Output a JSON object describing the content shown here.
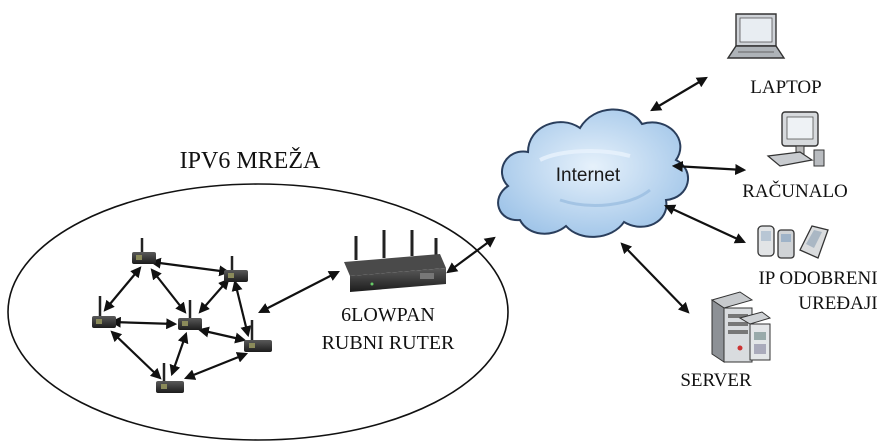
{
  "network_title": "IPV6 MREŽA",
  "router_label_line1": "6LOWPAN",
  "router_label_line2": "RUBNI RUTER",
  "cloud_label": "Internet",
  "devices": {
    "laptop": "LAPTOP",
    "computer": "RAČUNALO",
    "ip_devices_line1": "IP ODOBRENI",
    "ip_devices_line2": "UREĐAJI",
    "server": "SERVER"
  },
  "colors": {
    "cloud_fill": "#bcd8f2",
    "cloud_stroke": "#2a3e5c",
    "arrow": "#111111"
  }
}
